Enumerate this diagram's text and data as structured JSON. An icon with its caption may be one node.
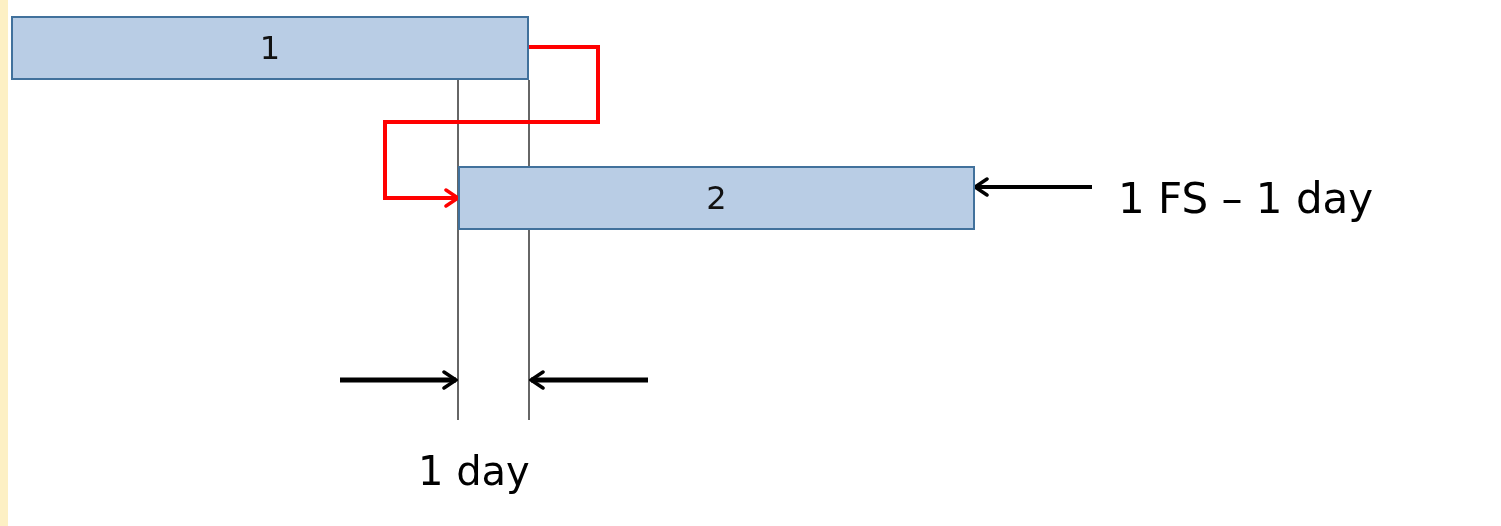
{
  "diagram": {
    "nodes": [
      {
        "text": [
          "1"
        ]
      },
      {
        "text": [
          "2"
        ]
      },
      {
        "text": [
          "1 FS – 1 day"
        ]
      }
    ],
    "edges": [
      {
        "from": 0,
        "to": 1,
        "arrow": "to",
        "color": "#ff0000"
      },
      {
        "from": 2,
        "to": 1,
        "arrow": "to",
        "color": "#000000"
      }
    ],
    "labels": [
      "1 day"
    ]
  }
}
